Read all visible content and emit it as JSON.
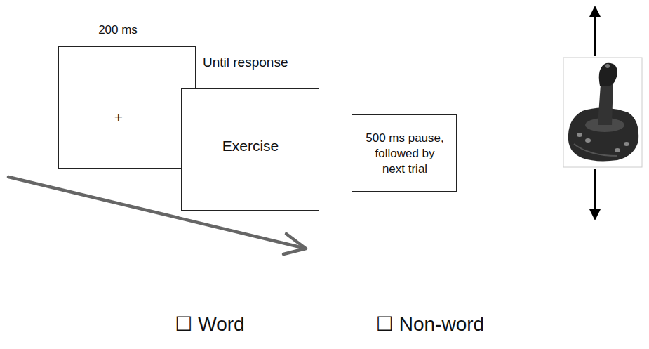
{
  "diagram": {
    "nodes": [
      {
        "text": [
          "200 ms",
          "+"
        ]
      },
      {
        "text": [
          "Until response",
          "Exercise"
        ]
      },
      {
        "text": [
          "500 ms pause, followed by next trial"
        ]
      }
    ],
    "labels": [
      "☐ Word",
      "☐ Non-word"
    ]
  }
}
